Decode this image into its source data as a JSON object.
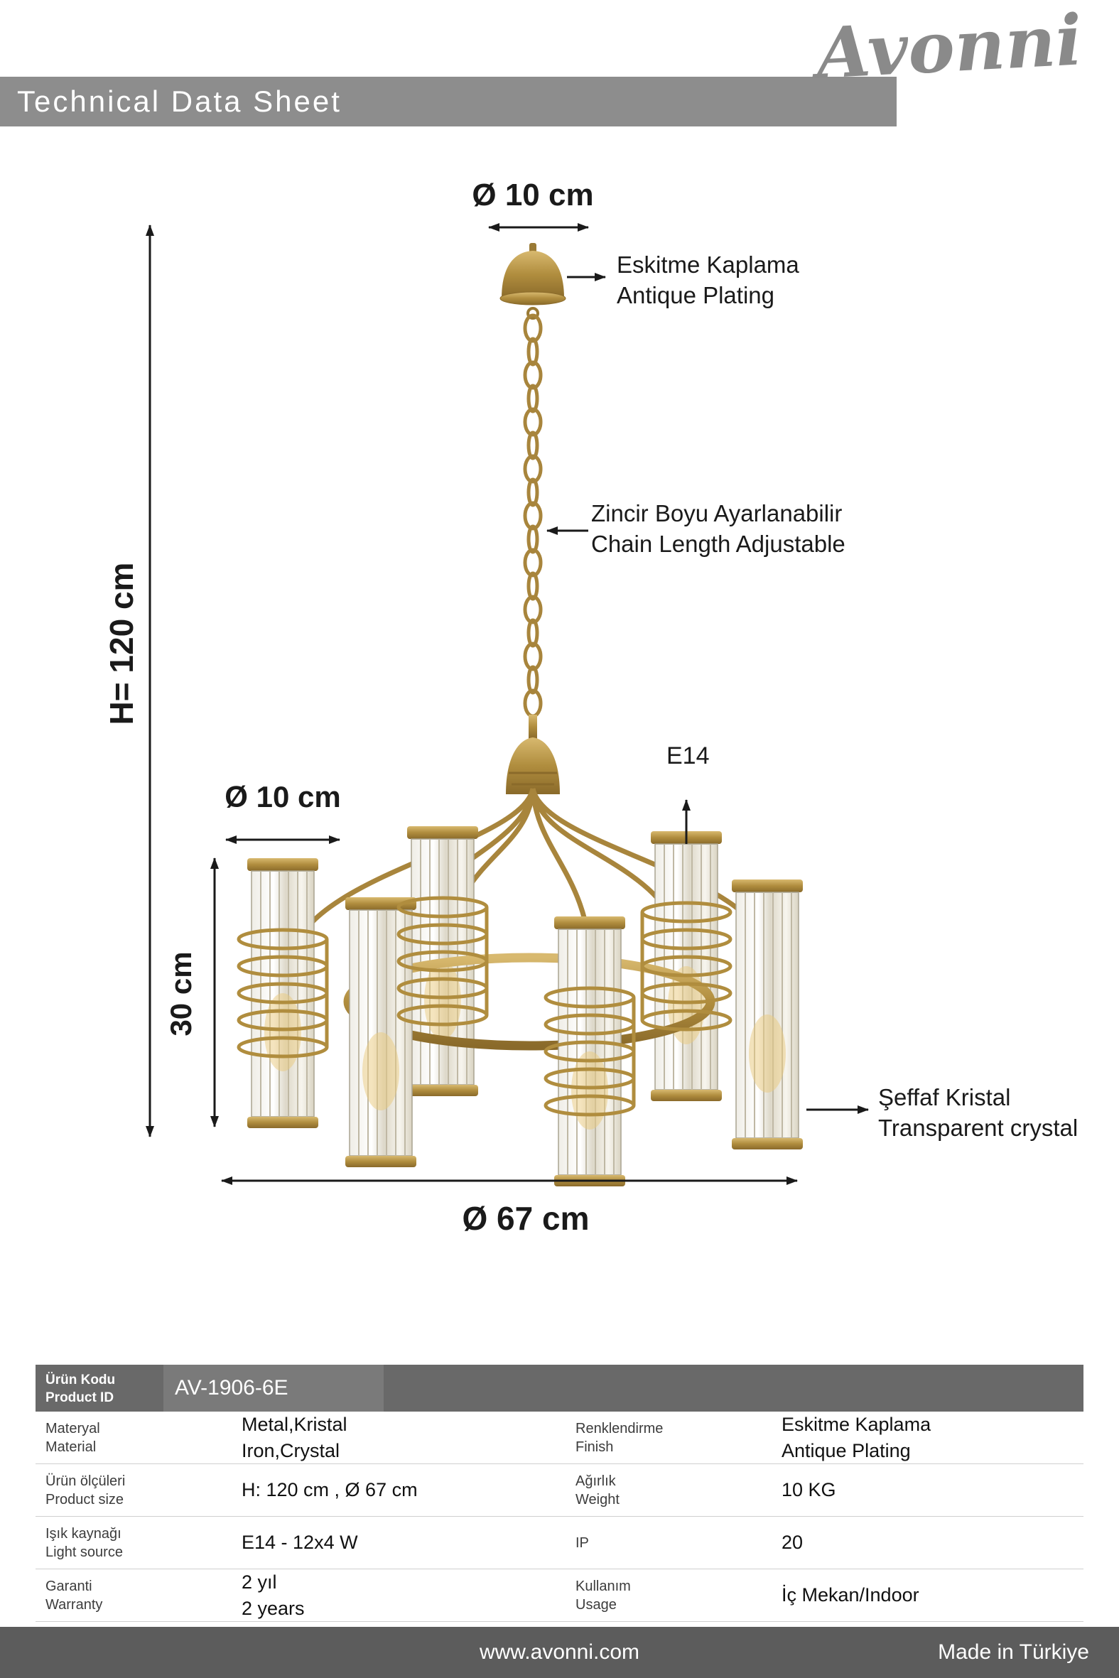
{
  "header": {
    "title": "Technical Data Sheet",
    "brand": "Avonni"
  },
  "diagram": {
    "canopy_diameter": "Ø 10 cm",
    "antique_tr": "Eskitme Kaplama",
    "antique_en": "Antique Plating",
    "chain_tr": "Zincir Boyu Ayarlanabilir",
    "chain_en": "Chain Length Adjustable",
    "height": "H= 120 cm",
    "shade_diameter": "Ø 10 cm",
    "socket": "E14",
    "shade_height": "30 cm",
    "crystal_tr": "Şeffaf Kristal",
    "crystal_en": "Transparent crystal",
    "total_diameter": "Ø 67 cm"
  },
  "table": {
    "product_id": {
      "label_tr": "Ürün Kodu",
      "label_en": "Product ID",
      "value": "AV-1906-6E"
    },
    "rows": [
      {
        "label_tr": "Materyal",
        "label_en": "Material",
        "value_line1": "Metal,Kristal",
        "value_line2": "Iron,Crystal",
        "label2_tr": "Renklendirme",
        "label2_en": "Finish",
        "value2_line1": "Eskitme Kaplama",
        "value2_line2": "Antique Plating"
      },
      {
        "label_tr": "Ürün ölçüleri",
        "label_en": "Product size",
        "value_line1": "H: 120 cm , Ø 67 cm",
        "value_line2": "",
        "label2_tr": "Ağırlık",
        "label2_en": "Weight",
        "value2_line1": "10 KG",
        "value2_line2": ""
      },
      {
        "label_tr": "Işık kaynağı",
        "label_en": "Light source",
        "value_line1": "E14 - 12x4 W",
        "value_line2": "",
        "label2_tr": "IP",
        "label2_en": "",
        "value2_line1": "20",
        "value2_line2": ""
      },
      {
        "label_tr": "Garanti",
        "label_en": "Warranty",
        "value_line1": "2 yıl",
        "value_line2": "2 years",
        "label2_tr": "Kullanım",
        "label2_en": "Usage",
        "value2_line1": "İç Mekan/Indoor",
        "value2_line2": ""
      }
    ]
  },
  "footer": {
    "website": "www.avonni.com",
    "made_in": "Made in Türkiye"
  },
  "colors": {
    "header_bar": "#8d8d8d",
    "table_header": "#696969",
    "table_header_value": "#7a7a7a",
    "footer": "#5c5c5c",
    "brass_gold": "#b08d3e",
    "dimension_line": "#1a1a1a"
  }
}
